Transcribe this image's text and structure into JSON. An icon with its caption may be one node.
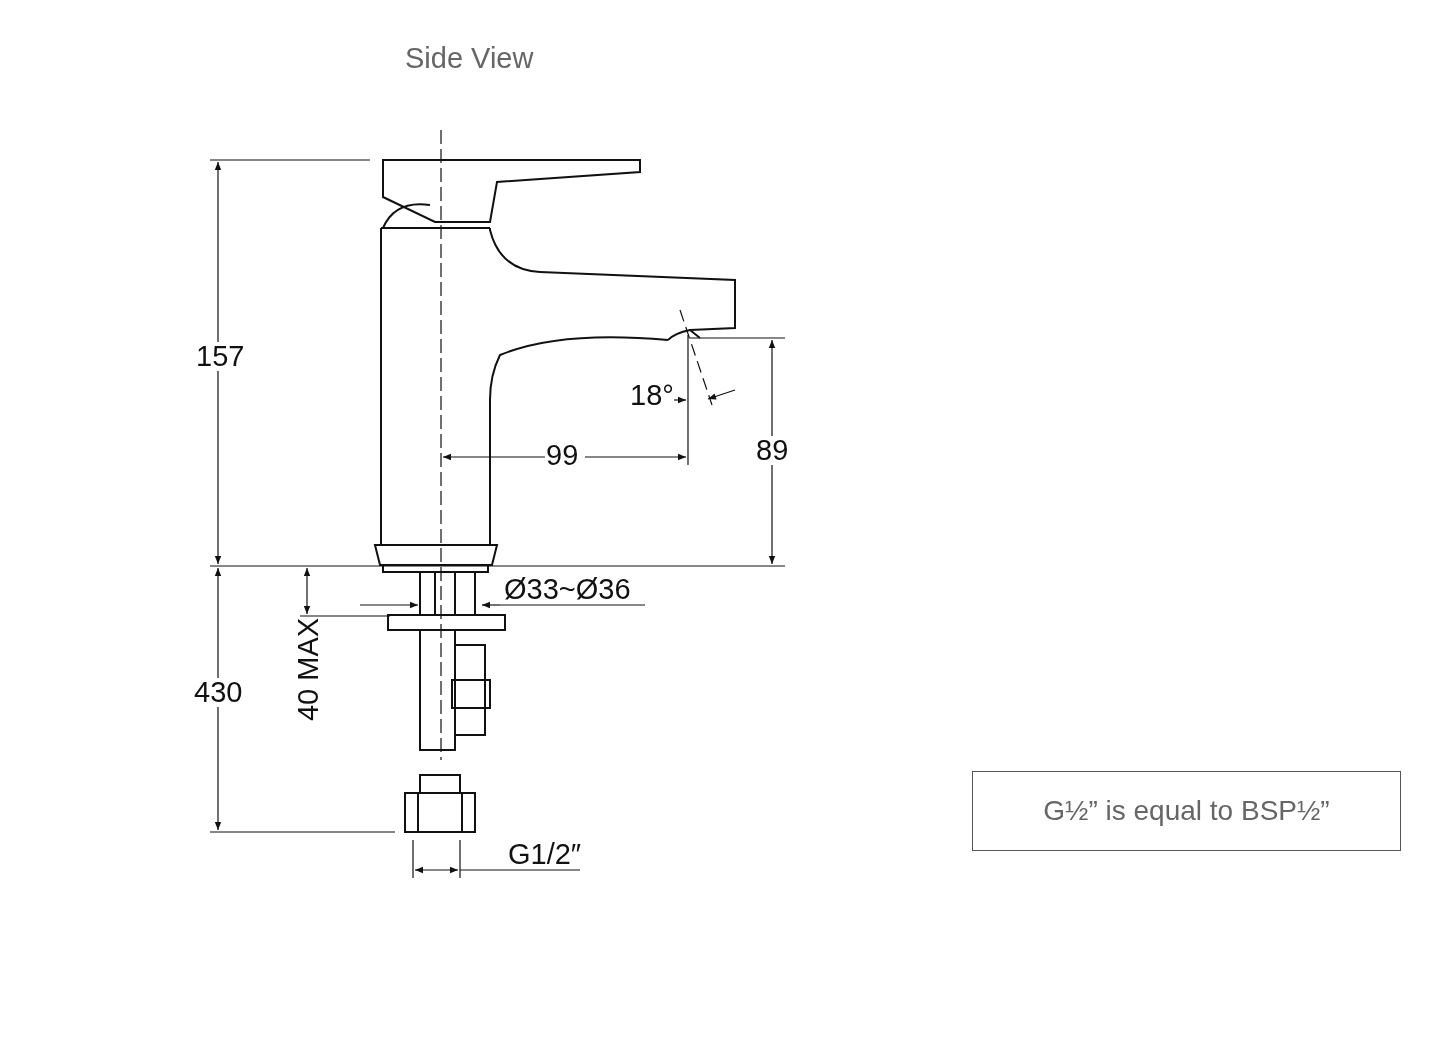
{
  "diagram": {
    "title": "Side View",
    "nodes": [
      {
        "text": [
          "G½” is equal to BSP½”"
        ]
      }
    ],
    "labels": [
      "157",
      "18°",
      "99",
      "89",
      "Ø33~Ø36",
      "430",
      "40 MAX",
      "G1/2″"
    ]
  }
}
